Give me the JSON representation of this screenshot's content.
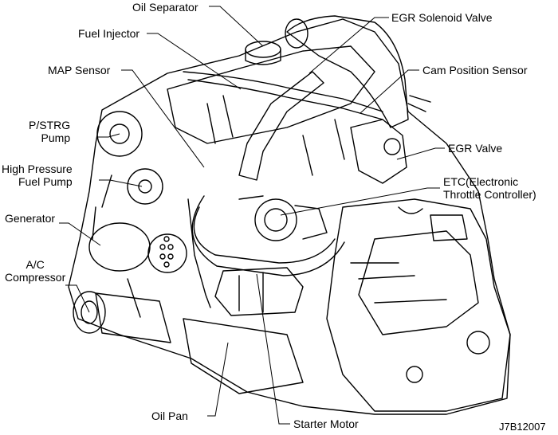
{
  "diagram": {
    "labels": {
      "oil_separator": "Oil Separator",
      "egr_solenoid_valve": "EGR Solenoid Valve",
      "fuel_injector": "Fuel Injector",
      "cam_position_sensor": "Cam Position Sensor",
      "map_sensor": "MAP Sensor",
      "egr_valve": "EGR Valve",
      "pstrg_pump_line1": "P/STRG",
      "pstrg_pump_line2": "Pump",
      "hp_fuel_pump_line1": "High Pressure",
      "hp_fuel_pump_line2": "Fuel Pump",
      "etc_line1": "ETC(Electronic",
      "etc_line2": "Throttle Controller)",
      "generator": "Generator",
      "ac_compressor_line1": "A/C",
      "ac_compressor_line2": "Compressor",
      "oil_pan": "Oil Pan",
      "starter_motor": "Starter Motor"
    },
    "figure_code": "J7B12007",
    "colors": {
      "ink": "#000000",
      "paper": "#ffffff",
      "shade": "#d8d8d8"
    }
  }
}
